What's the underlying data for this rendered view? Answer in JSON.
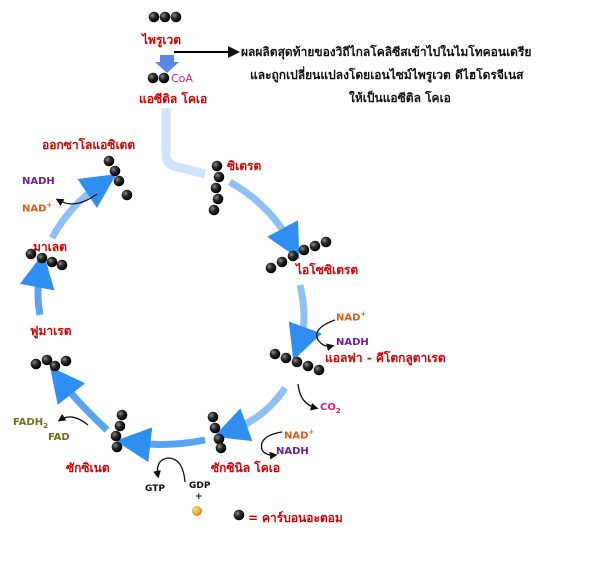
{
  "pyruvate": {
    "label": "ไพรูเวต"
  },
  "acetyl_coa": {
    "coa_text": "CoA",
    "label": "แอซีติล โคเอ"
  },
  "note": {
    "line1": "ผลผลิตสุดท้ายของวิถีไกลโคลิซีสเข้าไปในไมโทคอนเดรีย",
    "line2": "และถูกเปลี่ยนแปลงโดยเอนไซม์ไพรูเวต ดีไฮโดรจีเนส",
    "line3": "ให้เป็นแอซีติล โคเอ"
  },
  "intermediates": {
    "citrate": "ซิเตรต",
    "isocitrate": "ไอโซซิเตรต",
    "alpha_kg": "แอลฟา - คีโตกลูตาเรต",
    "succinyl_coa": "ซักซินิล  โคเอ",
    "succinate": "ซักซิเนต",
    "fumarate": "ฟูมาเรต",
    "malate": "มาเลต",
    "oxaloacetate": "ออกซาโลแอซิเตต"
  },
  "cofactors": {
    "nad_plus": "NAD",
    "plus_sup": "+",
    "nadh": "NADH",
    "co2": "CO",
    "co2_sub": "2",
    "fadh": "FADH",
    "fadh_sub": "2",
    "fad": "FAD",
    "gtp": "GTP",
    "gdp": "GDP",
    "plus_sign": "+"
  },
  "legend": {
    "equals": "=",
    "text": "คาร์บอนอะตอม"
  },
  "colors": {
    "label_red": "#d40000",
    "arrow_blue": "#2f8ff0",
    "atom": "#111111",
    "nadh": "#6a1fa0",
    "nad": "#e05a1a",
    "phosphate": "#f0a020"
  }
}
